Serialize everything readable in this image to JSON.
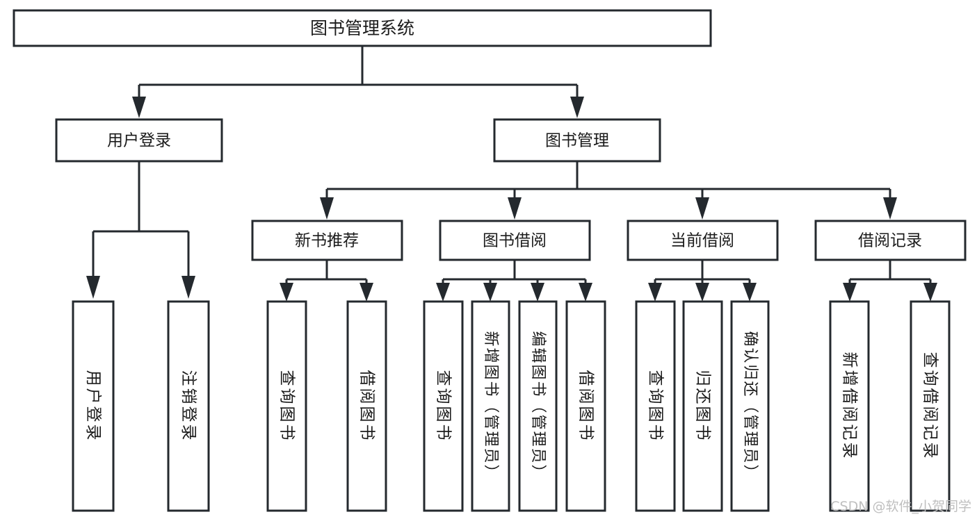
{
  "diagram": {
    "type": "tree",
    "title": "图书管理系统",
    "watermark": "CSDN @软件_小贺同学",
    "colors": {
      "background": "#ffffff",
      "stroke": "#24292e",
      "text": "#1b1b1b",
      "watermark": "#bfbfbf"
    },
    "root": {
      "id": "root",
      "label": "图书管理系统"
    },
    "level1": [
      {
        "id": "user-login",
        "label": "用户登录"
      },
      {
        "id": "book-management",
        "label": "图书管理"
      }
    ],
    "level2": [
      {
        "id": "new-book-recommend",
        "label": "新书推荐",
        "parent": "book-management"
      },
      {
        "id": "book-borrow",
        "label": "图书借阅",
        "parent": "book-management"
      },
      {
        "id": "current-borrow",
        "label": "当前借阅",
        "parent": "book-management"
      },
      {
        "id": "borrow-record",
        "label": "借阅记录",
        "parent": "book-management"
      }
    ],
    "leaves": {
      "user-login": [
        {
          "id": "leaf-user-login",
          "label": "用户登录"
        },
        {
          "id": "leaf-user-logout",
          "label": "注销登录"
        }
      ],
      "new-book-recommend": [
        {
          "id": "leaf-query-book-1",
          "label": "查询图书"
        },
        {
          "id": "leaf-borrow-book-1",
          "label": "借阅图书"
        }
      ],
      "book-borrow": [
        {
          "id": "leaf-query-book-2",
          "label": "查询图书"
        },
        {
          "id": "leaf-add-book",
          "label": "新增图书（管理员）"
        },
        {
          "id": "leaf-edit-book",
          "label": "编辑图书（管理员）"
        },
        {
          "id": "leaf-borrow-book-2",
          "label": "借阅图书"
        }
      ],
      "current-borrow": [
        {
          "id": "leaf-query-book-3",
          "label": "查询图书"
        },
        {
          "id": "leaf-return-book",
          "label": "归还图书"
        },
        {
          "id": "leaf-confirm-return",
          "label": "确认归还（管理员）"
        }
      ],
      "borrow-record": [
        {
          "id": "leaf-add-record",
          "label": "新增借阅记录"
        },
        {
          "id": "leaf-query-record",
          "label": "查询借阅记录"
        }
      ]
    }
  }
}
